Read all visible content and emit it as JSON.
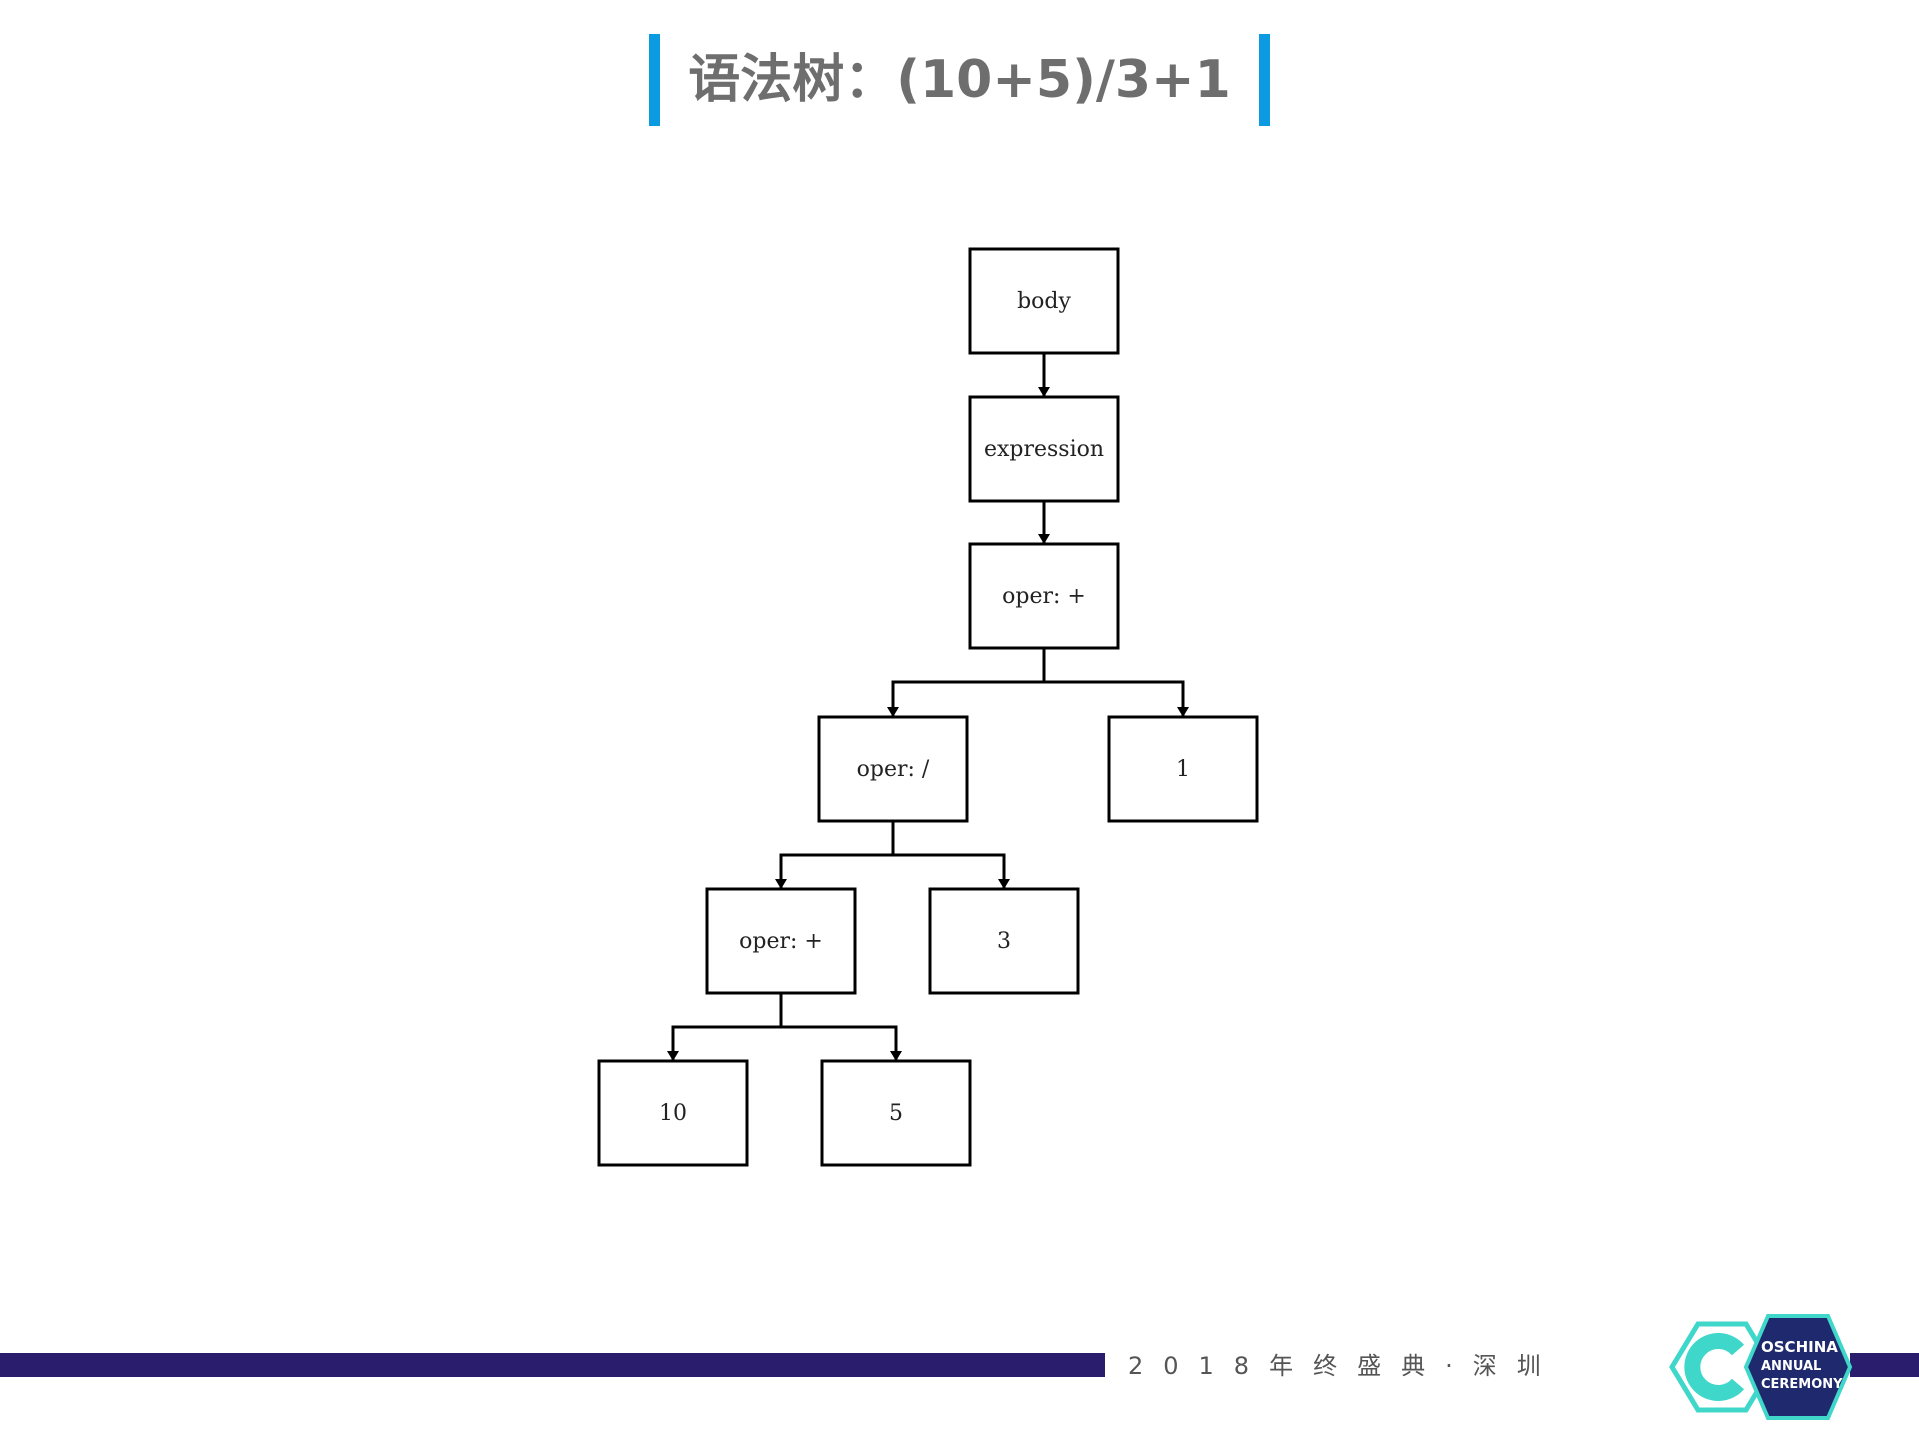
{
  "colors": {
    "accent_bar": "#0c9be0",
    "title_text": "#6e6e6e",
    "node_stroke": "#000000",
    "edge_stroke": "#000000",
    "node_text": "#222222",
    "footer_band": "#2a1d6d",
    "footer_text": "#555555",
    "logo_teal": "#3fd7c9",
    "logo_navy": "#1f2a6e",
    "logo_text": "#ffffff"
  },
  "title": {
    "text": "语法树：(10+5)/3+1"
  },
  "tree": {
    "nodes": [
      {
        "id": "body",
        "label": "body"
      },
      {
        "id": "expression",
        "label": "expression"
      },
      {
        "id": "oper_plus_root",
        "label": "oper: +"
      },
      {
        "id": "oper_div",
        "label": "oper: /"
      },
      {
        "id": "num_1",
        "label": "1"
      },
      {
        "id": "oper_plus_inner",
        "label": "oper: +"
      },
      {
        "id": "num_3",
        "label": "3"
      },
      {
        "id": "num_10",
        "label": "10"
      },
      {
        "id": "num_5",
        "label": "5"
      }
    ],
    "edges": [
      {
        "from": "body",
        "to": "expression"
      },
      {
        "from": "expression",
        "to": "oper_plus_root"
      },
      {
        "from": "oper_plus_root",
        "to": "oper_div"
      },
      {
        "from": "oper_plus_root",
        "to": "num_1"
      },
      {
        "from": "oper_div",
        "to": "oper_plus_inner"
      },
      {
        "from": "oper_div",
        "to": "num_3"
      },
      {
        "from": "oper_plus_inner",
        "to": "num_10"
      },
      {
        "from": "oper_plus_inner",
        "to": "num_5"
      }
    ]
  },
  "footer": {
    "text": "2018年终盛典·深圳"
  },
  "logo": {
    "line1": "OSCHINA",
    "line2": "ANNUAL",
    "line3": "CEREMONY",
    "icon": "letter-c-hexagon-icon"
  }
}
